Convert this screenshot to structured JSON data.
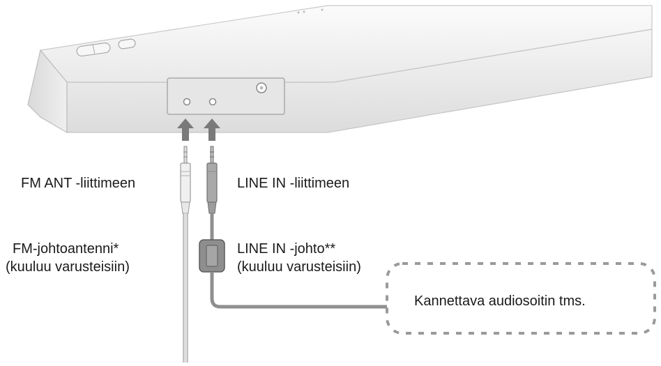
{
  "labels": {
    "fm_ant_port": "FM ANT -liittimeen",
    "line_in_port": "LINE IN -liittimeen",
    "fm_antenna_line1": "FM-johtoantenni*",
    "fm_antenna_line2": "(kuuluu varusteisiin)",
    "line_in_cable_line1": "LINE IN -johto**",
    "line_in_cable_line2": "(kuuluu varusteisiin)",
    "portable_player": "Kannettava audiosoitin tms."
  },
  "colors": {
    "device_body": "#f1f1f1",
    "device_shadow": "#cfcfcf",
    "arrow": "#7a7a7a",
    "cable_fm": "#d4d4d4",
    "cable_line_in": "#8f8f8f",
    "dashed_box": "#9a9a9a",
    "text": "#1a1a1a"
  }
}
